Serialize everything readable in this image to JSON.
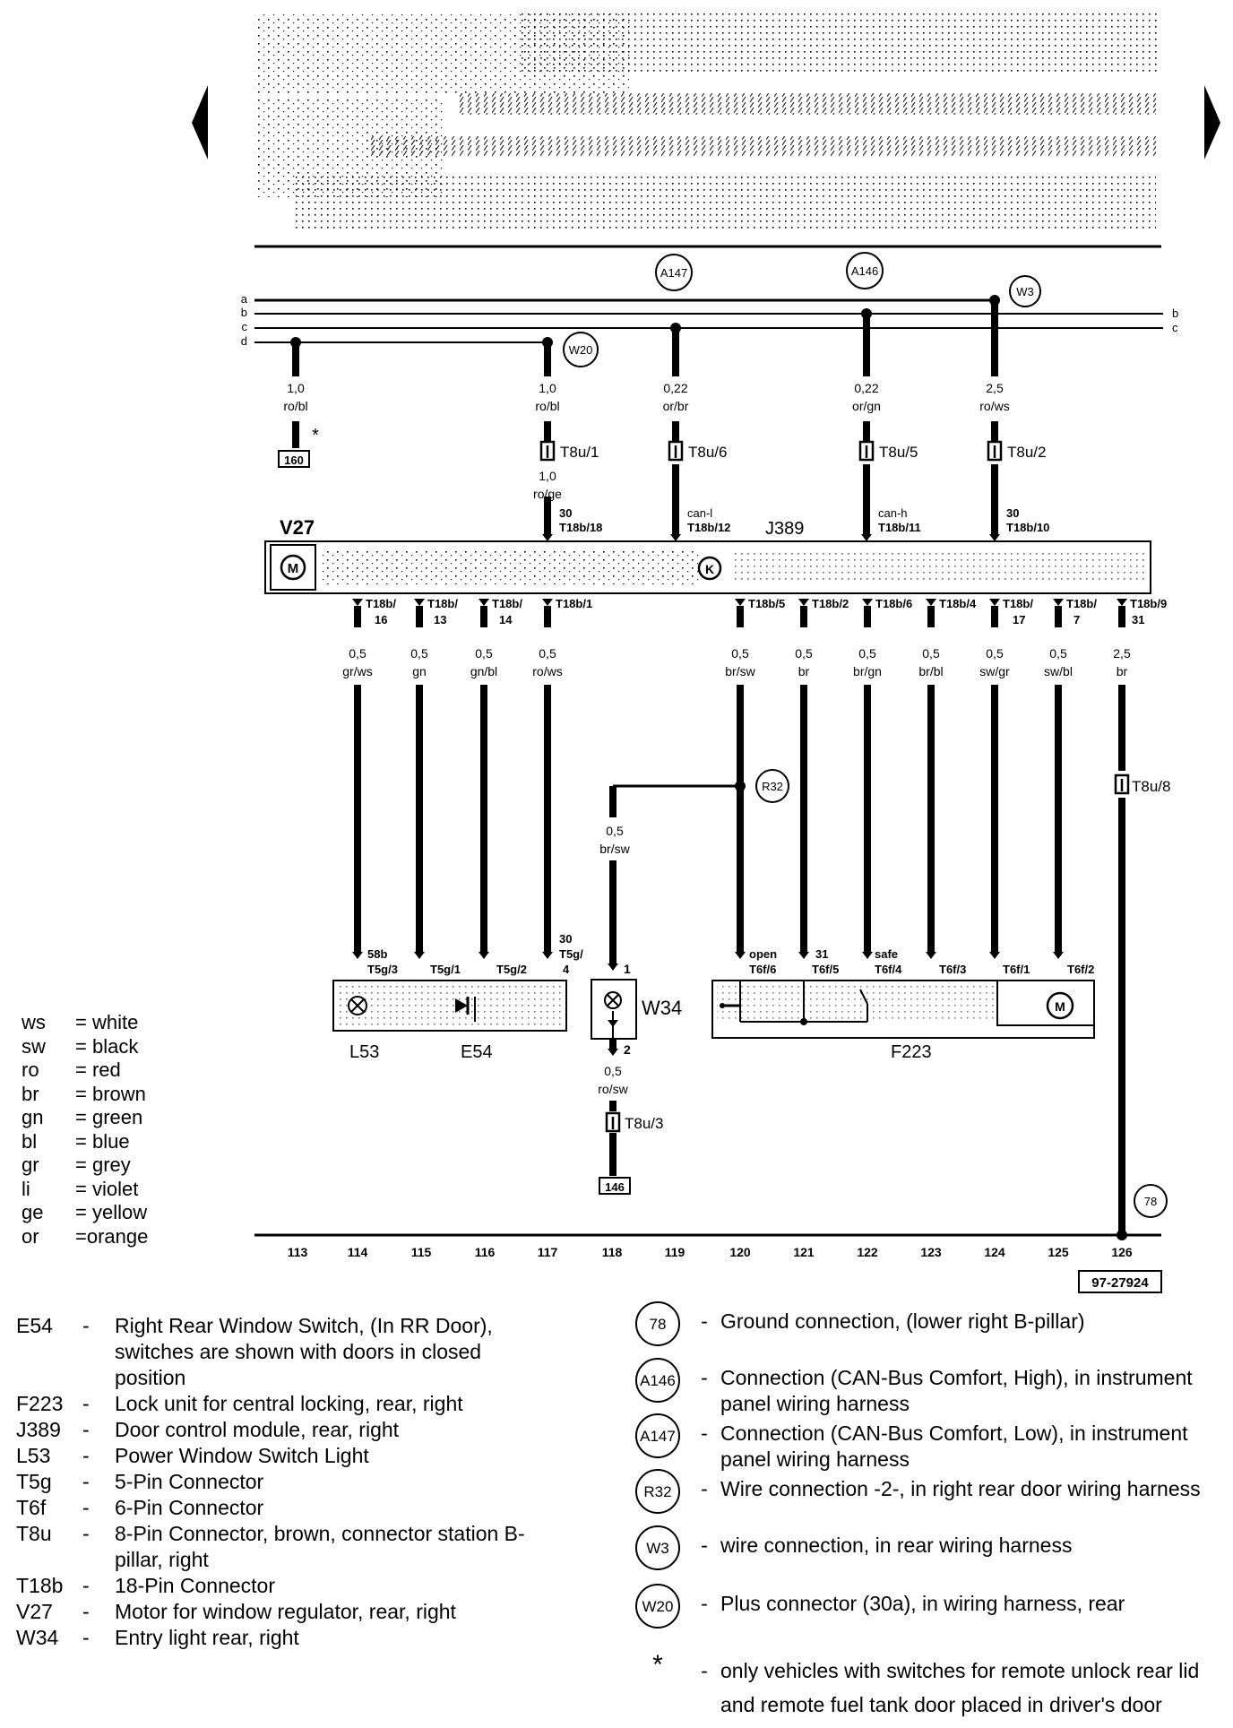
{
  "navigation": {
    "prev_icon": "arrow-left-icon",
    "next_icon": "arrow-right-icon"
  },
  "bus_lines": [
    "a",
    "b",
    "c",
    "d"
  ],
  "connection_circles": {
    "a147": "A147",
    "a146": "A146",
    "w3": "W3",
    "w20": "W20",
    "r32": "R32",
    "g78": "78"
  },
  "top_wires": {
    "w1": {
      "size": "1,0",
      "color": "ro/bl",
      "ref": "160",
      "asterisk": "*"
    },
    "w2": {
      "size": "1,0",
      "color": "ro/bl",
      "conn": "T8u/1",
      "size2": "1,0",
      "color2": "ro/ge",
      "pin": "30",
      "pin2": "T18b/18"
    },
    "w3": {
      "size": "0,22",
      "color": "or/br",
      "conn": "T8u/6",
      "pin": "can-l",
      "pin2": "T18b/12"
    },
    "w4": {
      "size": "0,22",
      "color": "or/gn",
      "conn": "T8u/5",
      "pin": "can-h",
      "pin2": "T18b/11"
    },
    "w5": {
      "size": "2,5",
      "color": "ro/ws",
      "conn": "T8u/2",
      "pin": "30",
      "pin2": "T18b/10"
    }
  },
  "module": {
    "motor_label": "V27",
    "module_label": "J389",
    "motor_symbol": "M",
    "k_symbol": "K"
  },
  "bottom_wires": [
    {
      "pin": "T18b/",
      "pin2": "16",
      "size": "0,5",
      "color": "gr/ws"
    },
    {
      "pin": "T18b/",
      "pin2": "13",
      "size": "0,5",
      "color": "gn"
    },
    {
      "pin": "T18b/",
      "pin2": "14",
      "size": "0,5",
      "color": "gn/bl"
    },
    {
      "pin": "T18b/1",
      "pin2": "",
      "size": "0,5",
      "color": "ro/ws"
    },
    {
      "pin": "T18b/5",
      "pin2": "",
      "size": "0,5",
      "color": "br/sw"
    },
    {
      "pin": "T18b/2",
      "pin2": "",
      "size": "0,5",
      "color": "br"
    },
    {
      "pin": "T18b/6",
      "pin2": "",
      "size": "0,5",
      "color": "br/gn"
    },
    {
      "pin": "T18b/4",
      "pin2": "",
      "size": "0,5",
      "color": "br/bl"
    },
    {
      "pin": "T18b/",
      "pin2": "17",
      "size": "0,5",
      "color": "sw/gr"
    },
    {
      "pin": "T18b/",
      "pin2": "7",
      "size": "0,5",
      "color": "sw/bl"
    },
    {
      "pin": "T18b/9",
      "pin2": "31",
      "size": "2,5",
      "color": "br"
    }
  ],
  "t8u8": "T8u/8",
  "w34_branch": {
    "size": "0,5",
    "color": "br/sw",
    "pin1": "1",
    "pin2": "2",
    "size2": "0,5",
    "color2": "ro/sw",
    "conn": "T8u/3",
    "ref": "146",
    "label": "W34"
  },
  "l53_e54": {
    "pins": [
      "58b",
      "T5g/3",
      "T5g/1",
      "T5g/2",
      "30",
      "T5g/",
      "4"
    ],
    "l53": "L53",
    "e54": "E54"
  },
  "f223": {
    "pins": [
      "open",
      "T6f/6",
      "31",
      "T6f/5",
      "safe",
      "T6f/4",
      "T6f/3",
      "T6f/1",
      "T6f/2"
    ],
    "label": "F223"
  },
  "track_numbers": [
    "113",
    "114",
    "115",
    "116",
    "117",
    "118",
    "119",
    "120",
    "121",
    "122",
    "123",
    "124",
    "125",
    "126"
  ],
  "diagram_id": "97-27924",
  "color_legend": [
    {
      "code": "ws",
      "name": "white"
    },
    {
      "code": "sw",
      "name": "black"
    },
    {
      "code": "ro",
      "name": "red"
    },
    {
      "code": "br",
      "name": "brown"
    },
    {
      "code": "gn",
      "name": "green"
    },
    {
      "code": "bl",
      "name": "blue"
    },
    {
      "code": "gr",
      "name": "grey"
    },
    {
      "code": "li",
      "name": "violet"
    },
    {
      "code": "ge",
      "name": "yellow"
    },
    {
      "code": "or",
      "name": "orange"
    }
  ],
  "components": [
    {
      "code": "E54",
      "dash": "-",
      "desc": "Right Rear Window Switch, (In RR Door), switches are shown with doors in closed position"
    },
    {
      "code": "F223",
      "dash": "-",
      "desc": "Lock unit for central locking, rear, right"
    },
    {
      "code": "J389",
      "dash": "-",
      "desc": "Door control module, rear, right"
    },
    {
      "code": "L53",
      "dash": "-",
      "desc": "Power Window Switch Light"
    },
    {
      "code": "T5g",
      "dash": "-",
      "desc": "5-Pin Connector"
    },
    {
      "code": "T6f",
      "dash": "-",
      "desc": "6-Pin Connector"
    },
    {
      "code": "T8u",
      "dash": "-",
      "desc": "8-Pin Connector, brown, connector station B-pillar, right"
    },
    {
      "code": "T18b",
      "dash": "-",
      "desc": "18-Pin Connector"
    },
    {
      "code": "V27",
      "dash": "-",
      "desc": "Motor for window regulator, rear, right"
    },
    {
      "code": "W34",
      "dash": "-",
      "desc": "Entry light rear, right"
    }
  ],
  "connections": [
    {
      "sym": "78",
      "dash": "-",
      "desc": "Ground connection, (lower right B-pillar)"
    },
    {
      "sym": "A146",
      "dash": "-",
      "desc": "Connection (CAN-Bus Comfort, High), in instrument panel wiring harness"
    },
    {
      "sym": "A147",
      "dash": "-",
      "desc": "Connection (CAN-Bus Comfort, Low), in instrument panel wiring harness"
    },
    {
      "sym": "R32",
      "dash": "-",
      "desc": "Wire connection -2-, in right rear door wiring harness"
    },
    {
      "sym": "W3",
      "dash": "-",
      "desc": "wire connection, in rear wiring harness"
    },
    {
      "sym": "W20",
      "dash": "-",
      "desc": "Plus connector (30a), in wiring harness, rear"
    },
    {
      "sym": "*",
      "dash": "-",
      "desc": "only vehicles with switches for remote unlock rear lid and remote  fuel tank door placed in driver's door"
    }
  ]
}
